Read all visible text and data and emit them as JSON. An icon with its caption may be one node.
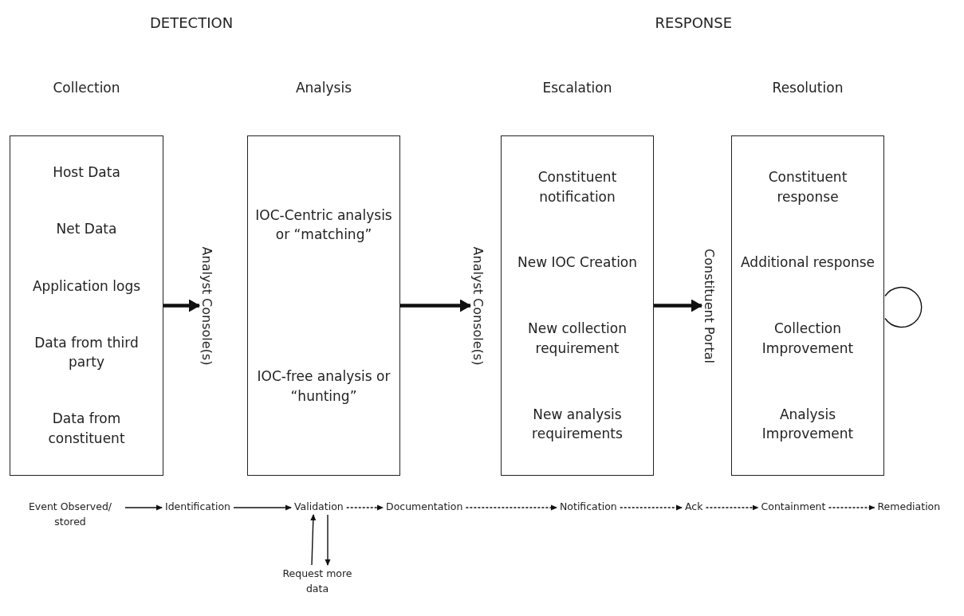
{
  "diagram": {
    "nodes": [
      {
        "text": [
          "Collection",
          "Host Data",
          "Net Data",
          "Application logs",
          "Data from third party",
          "Data from constituent"
        ]
      },
      {
        "text": [
          "Analysis",
          "IOC-Centric analysis or “matching”",
          "IOC-free analysis or “hunting”"
        ],
        "beside": [
          "Analyst Console(s)"
        ]
      },
      {
        "text": [
          "Escalation",
          "Constituent notification",
          "New IOC Creation",
          "New collection requirement",
          "New analysis requirements"
        ],
        "beside": [
          "Analyst Console(s)"
        ]
      },
      {
        "text": [
          "Resolution",
          "Constituent response",
          "Additional response",
          "Collection Improvement",
          "Analysis Improvement"
        ],
        "beside": [
          "Constituent Portal"
        ]
      },
      {
        "text": [
          "Event Observed/ stored"
        ]
      },
      {
        "text": [
          "Identification"
        ]
      },
      {
        "text": [
          "Validation"
        ]
      },
      {
        "text": [
          "Documentation"
        ]
      },
      {
        "text": [
          "Notification"
        ]
      },
      {
        "text": [
          "Ack"
        ]
      },
      {
        "text": [
          "Containment"
        ]
      },
      {
        "text": [
          "Remediation"
        ]
      },
      {
        "text": [
          "Request more data"
        ]
      }
    ],
    "edges": [
      {
        "from": 0,
        "to": 1,
        "arrow": "to",
        "style": "thick"
      },
      {
        "from": 1,
        "to": 2,
        "arrow": "to",
        "style": "thick"
      },
      {
        "from": 2,
        "to": 3,
        "arrow": "to",
        "style": "thick"
      },
      {
        "from": 3,
        "to": 3,
        "arrow": "none"
      },
      {
        "from": 4,
        "to": 5,
        "arrow": "to"
      },
      {
        "from": 5,
        "to": 6,
        "arrow": "to"
      },
      {
        "from": 6,
        "to": 7,
        "arrow": "to",
        "style": "dashed"
      },
      {
        "from": 7,
        "to": 8,
        "arrow": "to",
        "style": "dashed"
      },
      {
        "from": 8,
        "to": 9,
        "arrow": "to",
        "style": "dashed"
      },
      {
        "from": 9,
        "to": 10,
        "arrow": "to",
        "style": "dashed"
      },
      {
        "from": 10,
        "to": 11,
        "arrow": "to",
        "style": "dashed"
      },
      {
        "from": 12,
        "to": 6,
        "arrow": "to"
      },
      {
        "from": 6,
        "to": 12,
        "arrow": "to"
      }
    ],
    "labels": [
      "DETECTION",
      "RESPONSE"
    ]
  }
}
